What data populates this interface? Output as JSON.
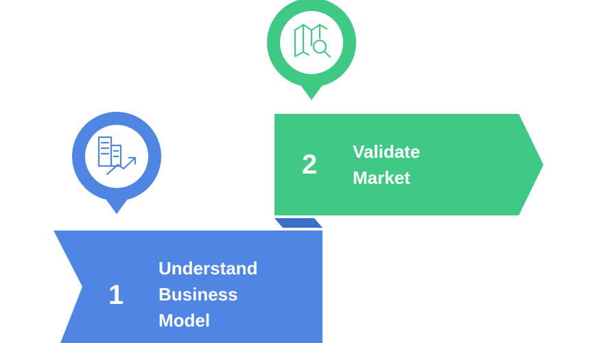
{
  "colors": {
    "blue": "#4f86e4",
    "blue_dark": "#3d6fc9",
    "green": "#40c985",
    "white": "#ffffff"
  },
  "steps": [
    {
      "number": "1",
      "title_lines": [
        "Understand",
        "Business",
        "Model"
      ],
      "icon": "building-growth-icon"
    },
    {
      "number": "2",
      "title_lines": [
        "Validate",
        "Market"
      ],
      "icon": "map-search-icon"
    }
  ]
}
